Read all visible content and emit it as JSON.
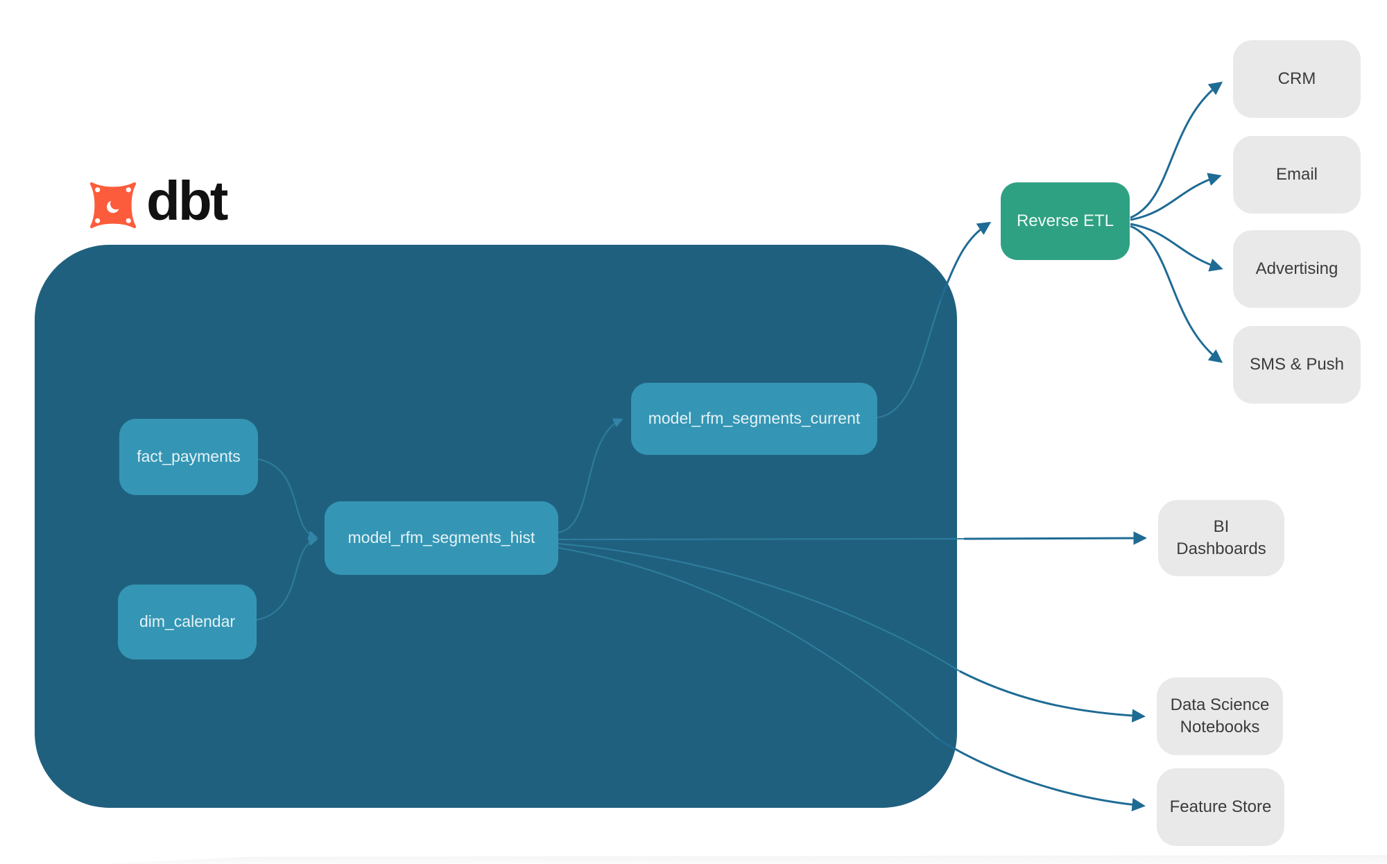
{
  "logo": {
    "text": "dbt",
    "icon": "dbt-logo-icon",
    "orange": "#fd5c3c"
  },
  "colors": {
    "warehouse_container": "#20607f",
    "model_node": "#3496b4",
    "reverse_etl_node": "#2fa183",
    "destination_node": "#e9e9e9",
    "destination_text": "#3b3b3b",
    "edge_inside": "#2e7e9d",
    "edge_outside": "#1e6b94"
  },
  "nodes": {
    "fact_payments": {
      "label": "fact_payments"
    },
    "dim_calendar": {
      "label": "dim_calendar"
    },
    "model_rfm_segments_hist": {
      "label": "model_rfm_segments_hist"
    },
    "model_rfm_segments_current": {
      "label": "model_rfm_segments_current"
    },
    "reverse_etl": {
      "label": "Reverse ETL"
    },
    "crm": {
      "label": "CRM"
    },
    "email": {
      "label": "Email"
    },
    "advertising": {
      "label": "Advertising"
    },
    "sms_push": {
      "label": "SMS & Push"
    },
    "bi_dashboards": {
      "label": "BI Dashboards"
    },
    "data_science_notebooks": {
      "label": "Data Science Notebooks"
    },
    "feature_store": {
      "label": "Feature Store"
    }
  },
  "edges": [
    {
      "from": "fact_payments",
      "to": "model_rfm_segments_hist"
    },
    {
      "from": "dim_calendar",
      "to": "model_rfm_segments_hist"
    },
    {
      "from": "model_rfm_segments_hist",
      "to": "model_rfm_segments_current"
    },
    {
      "from": "model_rfm_segments_hist",
      "to": "bi_dashboards"
    },
    {
      "from": "model_rfm_segments_hist",
      "to": "data_science_notebooks"
    },
    {
      "from": "model_rfm_segments_hist",
      "to": "feature_store"
    },
    {
      "from": "model_rfm_segments_current",
      "to": "reverse_etl"
    },
    {
      "from": "reverse_etl",
      "to": "crm"
    },
    {
      "from": "reverse_etl",
      "to": "email"
    },
    {
      "from": "reverse_etl",
      "to": "advertising"
    },
    {
      "from": "reverse_etl",
      "to": "sms_push"
    }
  ]
}
